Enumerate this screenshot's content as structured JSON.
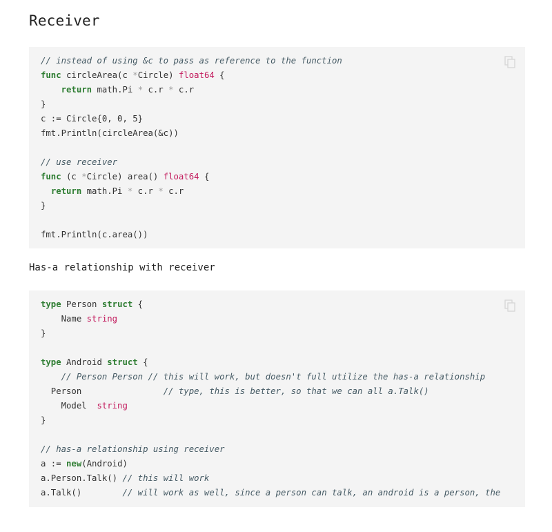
{
  "heading": "Receiver",
  "paragraph": "Has-a relationship with receiver",
  "icons": {
    "copy": "copy-icon"
  },
  "colors": {
    "keyword": "#2e7d32",
    "type": "#c2185b",
    "comment": "#455a64",
    "code_bg": "#f4f4f4"
  },
  "code_blocks": [
    {
      "lines": [
        [
          {
            "t": "// instead of using &c to pass as reference to the function",
            "c": "com"
          }
        ],
        [
          {
            "t": "func",
            "c": "kw"
          },
          {
            "t": " circleArea(c ",
            "c": "ident"
          },
          {
            "t": "*",
            "c": "op"
          },
          {
            "t": "Circle) ",
            "c": "ident"
          },
          {
            "t": "float64",
            "c": "type"
          },
          {
            "t": " {",
            "c": "ident"
          }
        ],
        [
          {
            "t": "    ",
            "c": "ident"
          },
          {
            "t": "return",
            "c": "kw"
          },
          {
            "t": " math.Pi ",
            "c": "ident"
          },
          {
            "t": "*",
            "c": "op"
          },
          {
            "t": " c.r ",
            "c": "ident"
          },
          {
            "t": "*",
            "c": "op"
          },
          {
            "t": " c.r",
            "c": "ident"
          }
        ],
        [
          {
            "t": "}",
            "c": "ident"
          }
        ],
        [
          {
            "t": "c := Circle{0, 0, 5}",
            "c": "ident"
          }
        ],
        [
          {
            "t": "fmt.Println(circleArea(&c))",
            "c": "ident"
          }
        ],
        [],
        [
          {
            "t": "// use receiver",
            "c": "com"
          }
        ],
        [
          {
            "t": "func",
            "c": "kw"
          },
          {
            "t": " (c ",
            "c": "ident"
          },
          {
            "t": "*",
            "c": "op"
          },
          {
            "t": "Circle) area() ",
            "c": "ident"
          },
          {
            "t": "float64",
            "c": "type"
          },
          {
            "t": " {",
            "c": "ident"
          }
        ],
        [
          {
            "t": "  ",
            "c": "ident"
          },
          {
            "t": "return",
            "c": "kw"
          },
          {
            "t": " math.Pi ",
            "c": "ident"
          },
          {
            "t": "*",
            "c": "op"
          },
          {
            "t": " c.r ",
            "c": "ident"
          },
          {
            "t": "*",
            "c": "op"
          },
          {
            "t": " c.r",
            "c": "ident"
          }
        ],
        [
          {
            "t": "}",
            "c": "ident"
          }
        ],
        [],
        [
          {
            "t": "fmt.Println(c.area())",
            "c": "ident"
          }
        ]
      ]
    },
    {
      "lines": [
        [
          {
            "t": "type",
            "c": "kw"
          },
          {
            "t": " Person ",
            "c": "ident"
          },
          {
            "t": "struct",
            "c": "kw"
          },
          {
            "t": " {",
            "c": "ident"
          }
        ],
        [
          {
            "t": "    Name ",
            "c": "ident"
          },
          {
            "t": "string",
            "c": "type"
          }
        ],
        [
          {
            "t": "}",
            "c": "ident"
          }
        ],
        [],
        [
          {
            "t": "type",
            "c": "kw"
          },
          {
            "t": " Android ",
            "c": "ident"
          },
          {
            "t": "struct",
            "c": "kw"
          },
          {
            "t": " {",
            "c": "ident"
          }
        ],
        [
          {
            "t": "    ",
            "c": "ident"
          },
          {
            "t": "// Person Person // this will work, but doesn't full utilize the has-a relationship",
            "c": "com"
          }
        ],
        [
          {
            "t": "  Person                ",
            "c": "ident"
          },
          {
            "t": "// type, this is better, so that we can all a.Talk()",
            "c": "com"
          }
        ],
        [
          {
            "t": "    Model  ",
            "c": "ident"
          },
          {
            "t": "string",
            "c": "type"
          }
        ],
        [
          {
            "t": "}",
            "c": "ident"
          }
        ],
        [],
        [
          {
            "t": "// has-a relationship using receiver",
            "c": "com"
          }
        ],
        [
          {
            "t": "a := ",
            "c": "ident"
          },
          {
            "t": "new",
            "c": "kw"
          },
          {
            "t": "(Android)",
            "c": "ident"
          }
        ],
        [
          {
            "t": "a.Person.Talk() ",
            "c": "ident"
          },
          {
            "t": "// this will work",
            "c": "com"
          }
        ],
        [
          {
            "t": "a.Talk()        ",
            "c": "ident"
          },
          {
            "t": "// will work as well, since a person can talk, an android is a person, the",
            "c": "com"
          }
        ]
      ]
    }
  ]
}
